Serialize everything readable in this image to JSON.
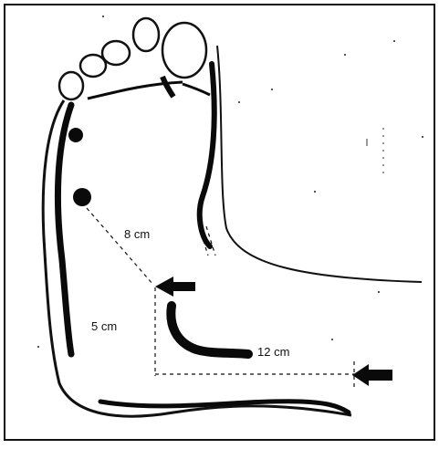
{
  "figure": {
    "colors": {
      "ink": "#111111",
      "paper": "#ffffff",
      "dark_mark": "#0a0a0a"
    },
    "labels": {
      "distance_1": "8 cm",
      "distance_2": "5 cm",
      "distance_3": "12 cm"
    },
    "icons": {
      "arrow_1": "arrow-right-icon",
      "arrow_2": "arrow-left-icon"
    }
  }
}
